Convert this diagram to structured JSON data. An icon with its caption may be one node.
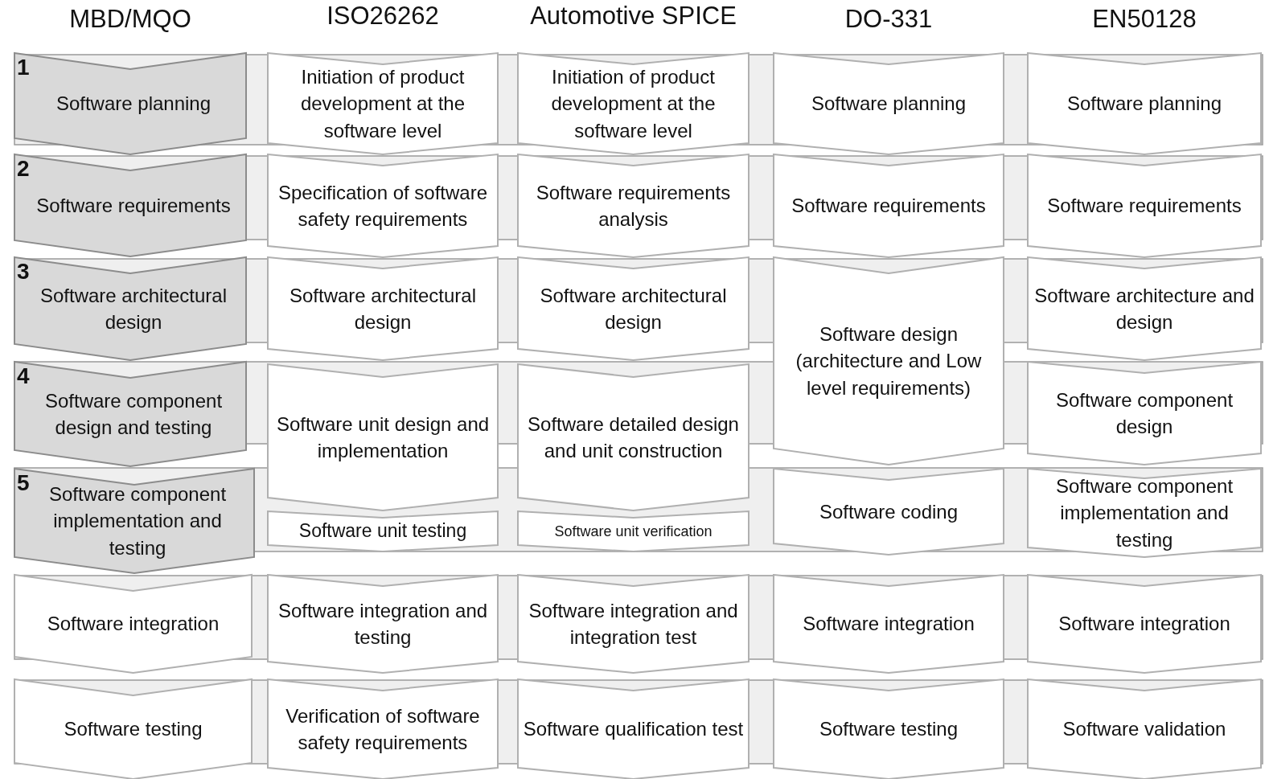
{
  "diagram": {
    "nodes": [
      {
        "text": [
          "1",
          "Software planning"
        ]
      },
      {
        "text": [
          "Initiation of product development at the software level"
        ]
      },
      {
        "text": [
          "Initiation of product development at the software level"
        ]
      },
      {
        "text": [
          "Software planning"
        ]
      },
      {
        "text": [
          "Software planning"
        ]
      },
      {
        "text": [
          "2",
          "Software requirements"
        ]
      },
      {
        "text": [
          "Specification of software safety requirements"
        ]
      },
      {
        "text": [
          "Software requirements analysis"
        ]
      },
      {
        "text": [
          "Software requirements"
        ]
      },
      {
        "text": [
          "Software requirements"
        ]
      },
      {
        "text": [
          "3",
          "Software architectural design"
        ]
      },
      {
        "text": [
          "Software architectural design"
        ]
      },
      {
        "text": [
          "Software architectural design"
        ]
      },
      {
        "text": [
          "Software design (architecture and Low level requirements)"
        ]
      },
      {
        "text": [
          "Software architecture and design"
        ]
      },
      {
        "text": [
          "4",
          "Software component design and testing"
        ]
      },
      {
        "text": [
          "Software unit design and implementation"
        ]
      },
      {
        "text": [
          "Software detailed design and unit construction"
        ]
      },
      {
        "text": [
          "Software component design"
        ]
      },
      {
        "text": [
          "5",
          "Software component implementation and testing"
        ]
      },
      {
        "text": [
          "Software unit testing"
        ]
      },
      {
        "text": [
          "Software unit verification"
        ]
      },
      {
        "text": [
          "Software coding"
        ]
      },
      {
        "text": [
          "Software component implementation and testing"
        ]
      },
      {
        "text": [
          "Software integration"
        ]
      },
      {
        "text": [
          "Software integration and testing"
        ]
      },
      {
        "text": [
          "Software integration and integration test"
        ]
      },
      {
        "text": [
          "Software integration"
        ]
      },
      {
        "text": [
          "Software integration"
        ]
      },
      {
        "text": [
          "Software testing"
        ]
      },
      {
        "text": [
          "Verification of software safety requirements"
        ]
      },
      {
        "text": [
          "Software qualification test"
        ]
      },
      {
        "text": [
          "Software testing"
        ]
      },
      {
        "text": [
          "Software validation"
        ]
      }
    ],
    "labels": [
      "MBD/MQO",
      "ISO26262",
      "Automotive SPICE",
      "DO-331",
      "EN50128"
    ]
  }
}
